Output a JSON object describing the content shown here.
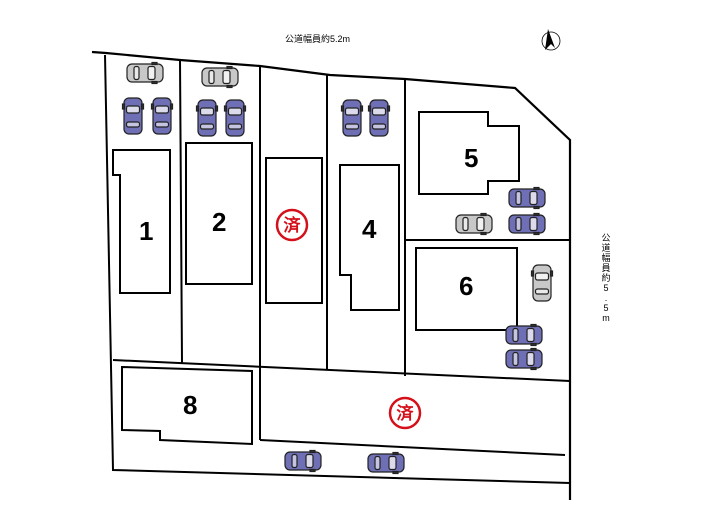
{
  "roads": {
    "north": "公道幅員約5.2m",
    "east": [
      "公",
      "道",
      "幅",
      "員",
      "約",
      "5",
      ".",
      "5",
      "m"
    ]
  },
  "lots": [
    {
      "id": "lot-1",
      "label": "1",
      "sold": false
    },
    {
      "id": "lot-2",
      "label": "2",
      "sold": false
    },
    {
      "id": "lot-3",
      "label": "",
      "sold": true
    },
    {
      "id": "lot-4",
      "label": "4",
      "sold": false
    },
    {
      "id": "lot-5",
      "label": "5",
      "sold": false
    },
    {
      "id": "lot-6",
      "label": "6",
      "sold": false
    },
    {
      "id": "lot-7",
      "label": "",
      "sold": true
    },
    {
      "id": "lot-8",
      "label": "8",
      "sold": false
    }
  ],
  "stamp": {
    "text": "済",
    "color": "#d4101a"
  },
  "colors": {
    "car_blue": "#6f6fb5",
    "car_gray": "#c8c8c8",
    "outline": "#000000"
  },
  "icons": {
    "compass": "north-arrow-icon",
    "car": "car-icon"
  }
}
